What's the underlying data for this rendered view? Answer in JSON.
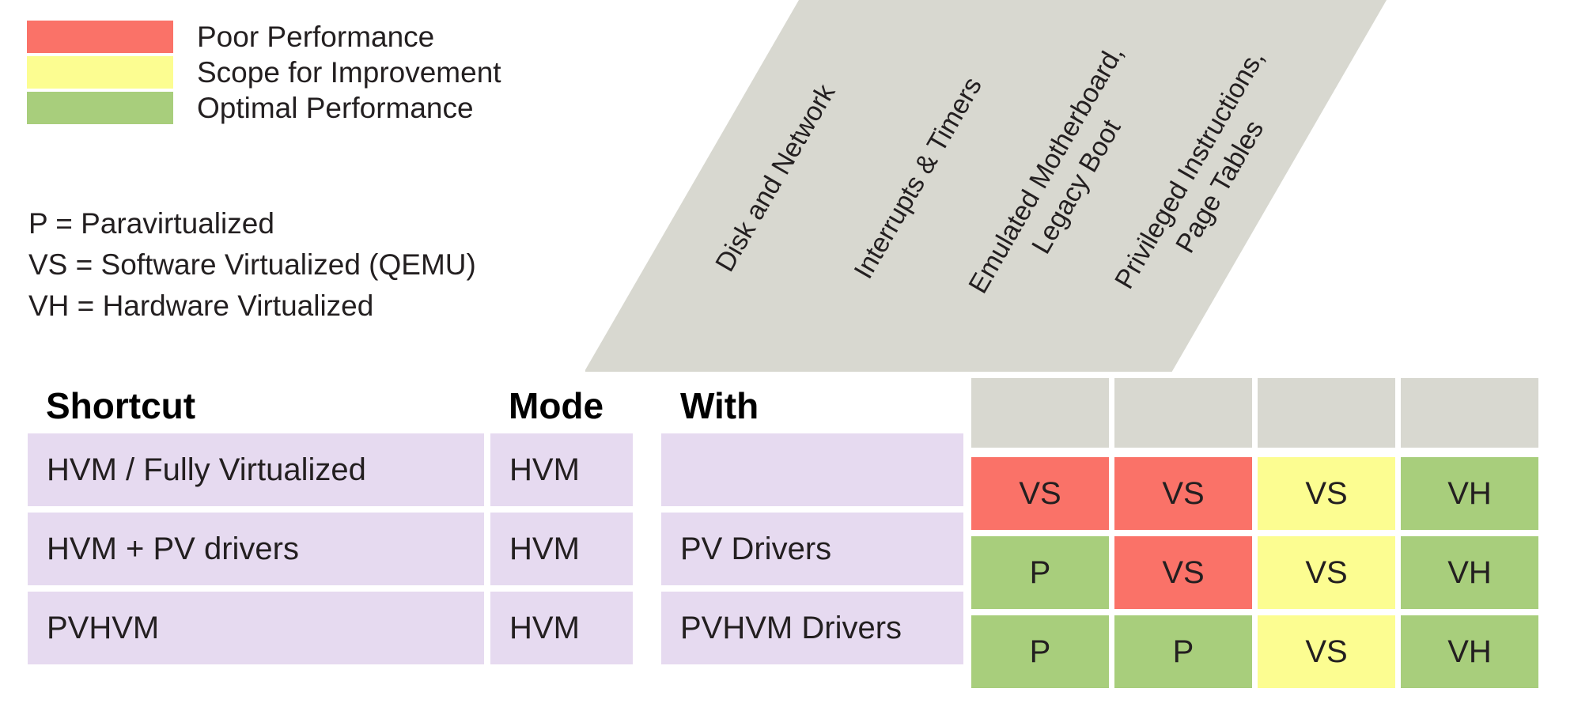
{
  "colors": {
    "poor": "#fa7268",
    "scope": "#fcfd91",
    "optimal": "#a8ce7c",
    "row_lavender": "#e6daf0",
    "header_gray": "#d8d8d0",
    "text": "#231f20"
  },
  "legend": {
    "items": [
      {
        "swatch_name": "poor-performance-swatch",
        "color": "#fa7268",
        "label": "Poor Performance"
      },
      {
        "swatch_name": "scope-for-improvement-swatch",
        "color": "#fcfd91",
        "label": "Scope for Improvement"
      },
      {
        "swatch_name": "optimal-performance-swatch",
        "color": "#a8ce7c",
        "label": "Optimal Performance"
      }
    ]
  },
  "abbreviations": {
    "lines": [
      "P = Paravirtualized",
      "VS = Software Virtualized (QEMU)",
      "VH = Hardware Virtualized"
    ]
  },
  "table": {
    "headers": {
      "shortcut": "Shortcut",
      "mode": "Mode",
      "with": "With"
    },
    "rows": [
      {
        "shortcut": "HVM / Fully Virtualized",
        "mode": "HVM",
        "with": ""
      },
      {
        "shortcut": "HVM + PV drivers",
        "mode": "HVM",
        "with": "PV Drivers"
      },
      {
        "shortcut": "PVHVM",
        "mode": "HVM",
        "with": "PVHVM Drivers"
      }
    ]
  },
  "matrix": {
    "column_headers": [
      "Disk and Network",
      "Interrupts & Timers",
      "Emulated Motherboard,\nLegacy Boot",
      "Privileged Instructions,\nPage Tables"
    ],
    "column_headers_display": [
      {
        "line1": "Disk and Network",
        "line2": ""
      },
      {
        "line1": "Interrupts & Timers",
        "line2": ""
      },
      {
        "line1": "Emulated Motherboard,",
        "line2": "Legacy Boot"
      },
      {
        "line1": "Privileged Instructions,",
        "line2": "Page Tables"
      }
    ],
    "rows": [
      {
        "row_label": "HVM / Fully Virtualized",
        "cells": [
          {
            "value": "VS",
            "status": "poor",
            "color": "#fa7268"
          },
          {
            "value": "VS",
            "status": "poor",
            "color": "#fa7268"
          },
          {
            "value": "VS",
            "status": "scope",
            "color": "#fcfd91"
          },
          {
            "value": "VH",
            "status": "optimal",
            "color": "#a8ce7c"
          }
        ]
      },
      {
        "row_label": "HVM + PV drivers",
        "cells": [
          {
            "value": "P",
            "status": "optimal",
            "color": "#a8ce7c"
          },
          {
            "value": "VS",
            "status": "poor",
            "color": "#fa7268"
          },
          {
            "value": "VS",
            "status": "scope",
            "color": "#fcfd91"
          },
          {
            "value": "VH",
            "status": "optimal",
            "color": "#a8ce7c"
          }
        ]
      },
      {
        "row_label": "PVHVM",
        "cells": [
          {
            "value": "P",
            "status": "optimal",
            "color": "#a8ce7c"
          },
          {
            "value": "P",
            "status": "optimal",
            "color": "#a8ce7c"
          },
          {
            "value": "VS",
            "status": "scope",
            "color": "#fcfd91"
          },
          {
            "value": "VH",
            "status": "optimal",
            "color": "#a8ce7c"
          }
        ]
      }
    ]
  }
}
